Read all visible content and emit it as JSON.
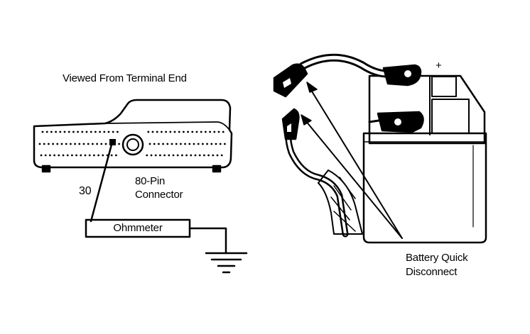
{
  "connector": {
    "view_label": "Viewed From Terminal End",
    "pin_number": "30",
    "connector_label_line1": "80-Pin",
    "connector_label_line2": "Connector"
  },
  "meter": {
    "label": "Ohmmeter"
  },
  "battery": {
    "quick_disconnect_line1": "Battery Quick",
    "quick_disconnect_line2": "Disconnect",
    "positive_symbol": "+"
  },
  "colors": {
    "ink": "#000000",
    "paper": "#ffffff"
  }
}
